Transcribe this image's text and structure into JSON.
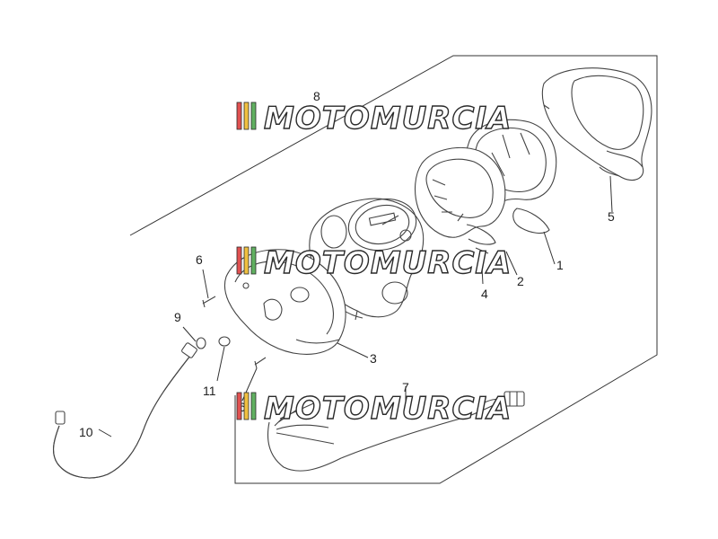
{
  "watermark": {
    "text": "MOTOMURCIA",
    "stripe_colors": [
      "#e05050",
      "#f0c040",
      "#60b060"
    ]
  },
  "callouts": {
    "p1": "1",
    "p2": "2",
    "p3": "3",
    "p4": "4",
    "p5": "5",
    "p6a": "6",
    "p6b": "6",
    "p7": "7",
    "p8": "8",
    "p9": "9",
    "p10": "10",
    "p11": "11"
  }
}
